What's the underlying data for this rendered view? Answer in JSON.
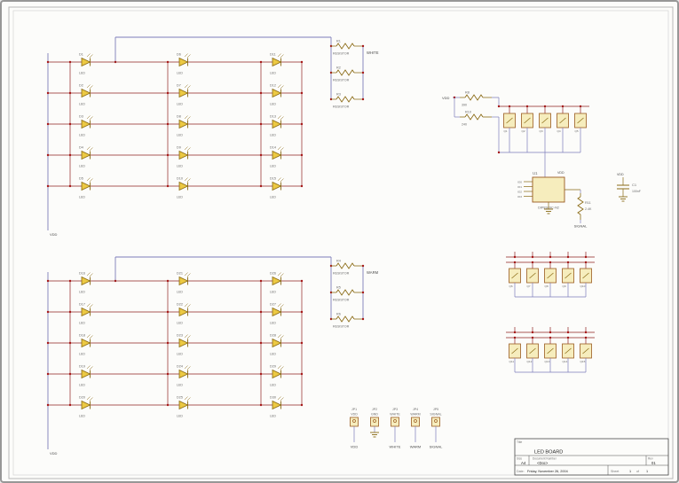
{
  "led_top": {
    "rail": "VDD",
    "net": "WHITE",
    "device_label": "LED",
    "resistor_label": "RESISTOR",
    "columns": [
      [
        "D1",
        "D2",
        "D3",
        "D4",
        "D5"
      ],
      [
        "D6",
        "D7",
        "D8",
        "D9",
        "D10"
      ],
      [
        "D11",
        "D12",
        "D13",
        "D14",
        "D15"
      ]
    ],
    "resistors": [
      "R1",
      "R2",
      "R3"
    ]
  },
  "led_bottom": {
    "rail": "VDD",
    "net": "WARM",
    "device_label": "LED",
    "resistor_label": "RESISTOR",
    "columns": [
      [
        "D16",
        "D17",
        "D18",
        "D19",
        "D20"
      ],
      [
        "D21",
        "D22",
        "D23",
        "D24",
        "D25"
      ],
      [
        "D26",
        "D27",
        "D28",
        "D29",
        "D30"
      ]
    ],
    "resistors": [
      "R4",
      "R5",
      "R6"
    ]
  },
  "right_circuit": {
    "vdd": "VDD",
    "signal": "SIGNAL",
    "resistors_left": [
      {
        "ref": "R8",
        "value": "390"
      },
      {
        "ref": "R10",
        "value": "240"
      }
    ],
    "drivers_top": [
      "Q1",
      "Q2",
      "Q3",
      "Q4",
      "Q5"
    ],
    "drivers_mid": [
      "Q6",
      "Q7",
      "Q8",
      "Q9",
      "Q10"
    ],
    "drivers_bottom": [
      "Q11",
      "Q12",
      "Q13",
      "Q14",
      "Q15"
    ],
    "u1": {
      "ref": "U1",
      "part": "DIP8SOIC-N2",
      "pins": [
        "IO0",
        "IO1",
        "IO2",
        "IO3"
      ]
    },
    "r11": {
      "ref": "R11",
      "value": "2.4K"
    },
    "c1": {
      "ref": "C1",
      "value": "100nF"
    }
  },
  "connectors": [
    {
      "ref": "JP1",
      "name": "VDD",
      "net": "VDD"
    },
    {
      "ref": "JP2",
      "name": "GND",
      "net": ""
    },
    {
      "ref": "JP3",
      "name": "WHITE",
      "net": "WHITE"
    },
    {
      "ref": "JP4",
      "name": "WARM",
      "net": "WARM"
    },
    {
      "ref": "JP5",
      "name": "SIGNAL",
      "net": "SIGNAL"
    }
  ],
  "titleblock": {
    "title_label": "Title",
    "title": "LED BOARD",
    "size_label": "Size",
    "size": "A4",
    "docnum_label": "Document Number",
    "docnum": "<Doc>",
    "rev_label": "Rev",
    "rev": "01",
    "date_label": "Date:",
    "date": "Friday, November 26, 2004",
    "sheet_label": "Sheet",
    "sheet": "1",
    "of_label": "of",
    "of": "1"
  }
}
